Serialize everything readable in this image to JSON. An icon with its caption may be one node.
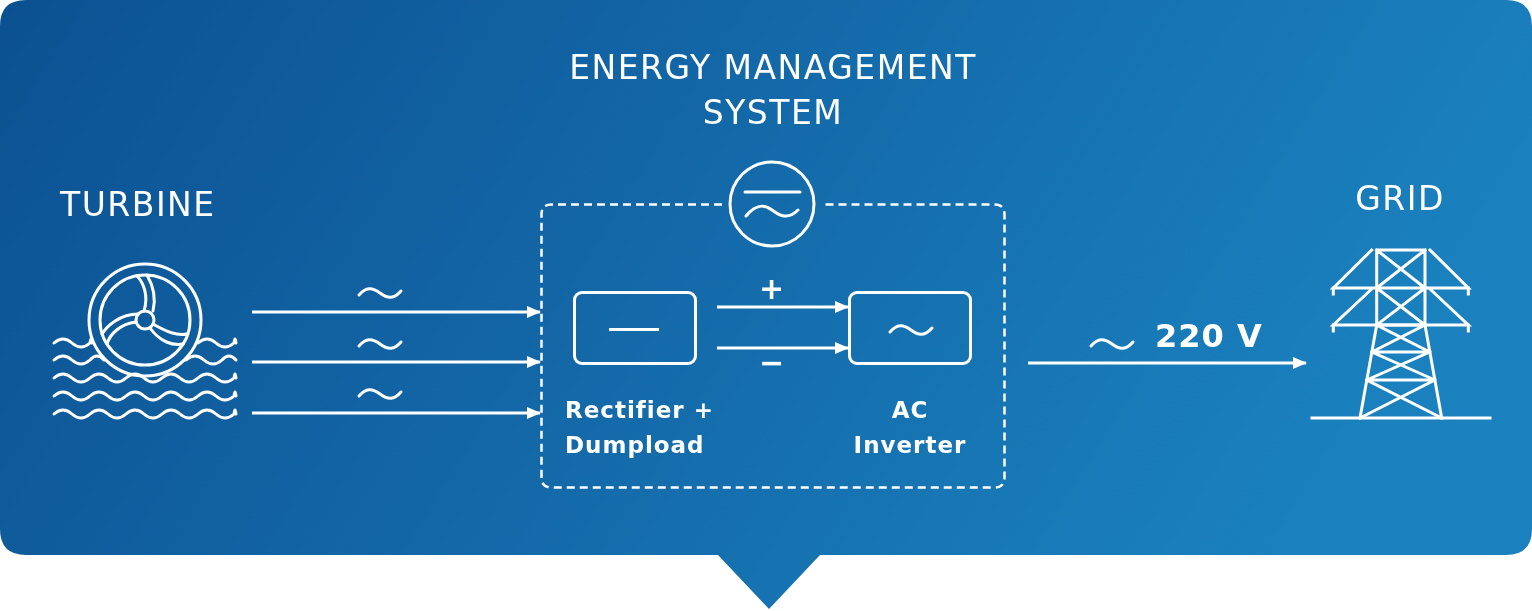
{
  "diagram": {
    "nodes": [
      {
        "text": [
          "TURBINE"
        ]
      },
      {
        "text": [
          "ENERGY MANAGEMENT SYSTEM"
        ]
      },
      {
        "text": [
          "Rectifier + Dumpload"
        ],
        "in": 1
      },
      {
        "text": [
          "AC Inverter"
        ],
        "in": 1
      },
      {
        "text": [
          "GRID"
        ]
      }
    ],
    "edges": [
      {
        "from": 0,
        "to": 1,
        "arrow": "to"
      },
      {
        "from": 0,
        "to": 1,
        "arrow": "to"
      },
      {
        "from": 0,
        "to": 1,
        "arrow": "to"
      },
      {
        "from": 2,
        "to": 3,
        "label": "+",
        "arrow": "to"
      },
      {
        "from": 2,
        "to": 3,
        "label": "−",
        "arrow": "to"
      },
      {
        "from": 1,
        "to": 4,
        "label": "220 V",
        "arrow": "to"
      }
    ]
  }
}
